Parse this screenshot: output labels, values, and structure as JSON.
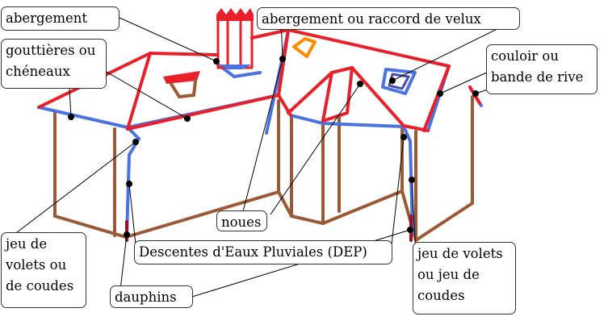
{
  "labels": {
    "abergement": "abergement",
    "abergement_velux": "abergement ou raccord de velux",
    "gouttieres": "gouttières ou\nchéneaux",
    "couloir": "couloir ou\nbande de rive",
    "noues": "noues",
    "dep": "Descentes d'Eaux Pluviales (DEP)",
    "jeu_left": "jeu de\nvolets ou\nde coudes",
    "jeu_right": "jeu de volets\nou jeu de\ncoudes",
    "dauphins": "dauphins"
  },
  "colors": {
    "roof_edge": "#e8202a",
    "gutter": "#4a72e0",
    "wall": "#9b5a36",
    "chimney": "#e8202a",
    "velux_orange": "#ff8c00",
    "downspout_base": "#a01020",
    "pointer": "#000000"
  }
}
